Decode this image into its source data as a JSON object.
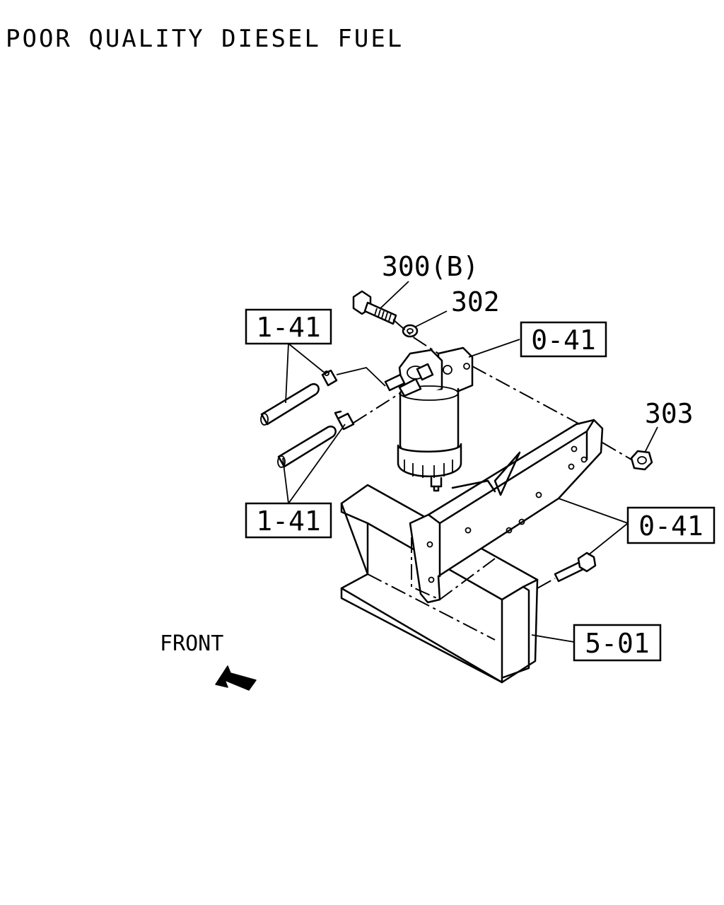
{
  "title": "POOR QUALITY DIESEL FUEL",
  "callouts": {
    "bolt": "300(B)",
    "washer": "302",
    "nut": "303"
  },
  "boxes": {
    "hose_upper": "1-41",
    "hose_lower": "1-41",
    "filter": "0-41",
    "bracket": "0-41",
    "frame": "5-01"
  },
  "front_label": "FRONT"
}
